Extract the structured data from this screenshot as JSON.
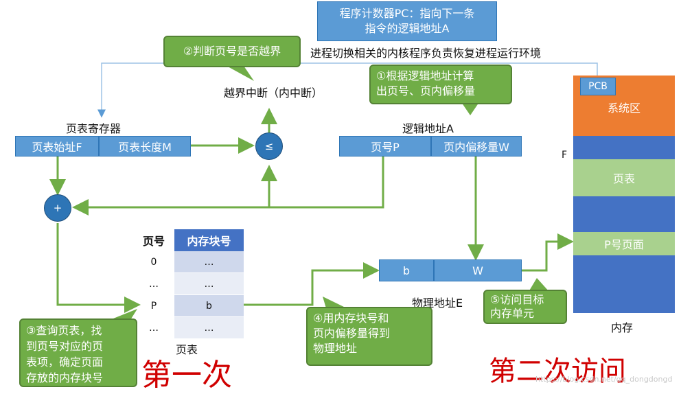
{
  "pc_box": {
    "line1": "程序计数器PC：指向下一条",
    "line2": "指令的逻辑地址A"
  },
  "kernel_note": "进程切换相关的内核程序负责恢复进程运行环境",
  "step2": "②判断页号是否越界",
  "interrupt_label": "越界中断（内中断）",
  "step1": {
    "line1": "①根据逻辑地址计算",
    "line2": "出页号、页内偏移量"
  },
  "page_table_register": {
    "title": "页表寄存器",
    "start": "页表始址F",
    "length": "页表长度M"
  },
  "compare_symbol": "≤",
  "logical_address": {
    "title": "逻辑地址A",
    "page": "页号P",
    "offset": "页内偏移量W"
  },
  "plus_symbol": "+",
  "page_table": {
    "header_page": "页号",
    "header_block": "内存块号",
    "rows": [
      {
        "page": "0",
        "block": "…"
      },
      {
        "page": "…",
        "block": "…"
      },
      {
        "page": "P",
        "block": "b"
      },
      {
        "page": "…",
        "block": "…"
      }
    ],
    "label": "页表"
  },
  "physical_address": {
    "b": "b",
    "w": "W",
    "label": "物理地址E"
  },
  "step3": {
    "line1": "③查询页表，找",
    "line2": "到页号对应的页",
    "line3": "表项，确定页面",
    "line4": "存放的内存块号"
  },
  "step4": {
    "line1": "④用内存块号和",
    "line2": "页内偏移量得到",
    "line3": "物理地址"
  },
  "step5": {
    "line1": "⑤访问目标",
    "line2": "内存单元"
  },
  "memory": {
    "pcb": "PCB",
    "system": "系统区",
    "f_label": "F",
    "page_table": "页表",
    "page_p": "P号页面",
    "label": "内存"
  },
  "handwriting": {
    "left": "第一次",
    "right": "第二次访问"
  },
  "watermark": "https://blog.csdn.net/qq_dongdongd",
  "colors": {
    "blue": "#5b9bd5",
    "green": "#70ad47",
    "orange": "#ed7d31",
    "lightgreen": "#a9d18e",
    "arrow": "#70ad47"
  }
}
